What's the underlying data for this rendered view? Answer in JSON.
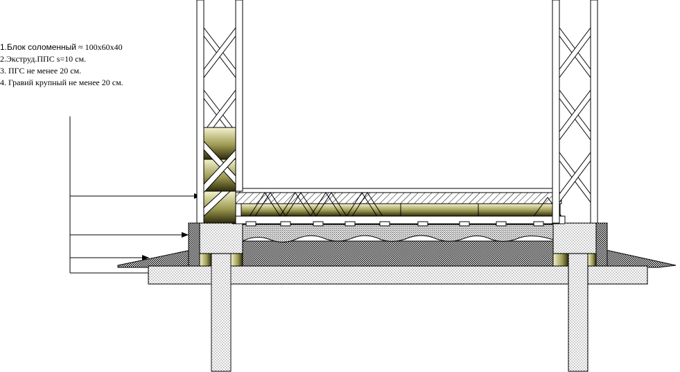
{
  "legend": {
    "item1": {
      "lead": "1.Блок соломенный",
      "rest": " ≈ 100х60х40"
    },
    "item2": "2.Экструд.ППС  s=10 см.",
    "item3": "3. ПГС не менее 20 см.",
    "item4": "4. Гравий крупный не менее 20 см."
  },
  "colors": {
    "line": "#000000",
    "straw_block_light": "#f4f2cf",
    "straw_block_dark": "#2e2c0c",
    "concrete_dots": "#000000",
    "background": "#ffffff"
  }
}
